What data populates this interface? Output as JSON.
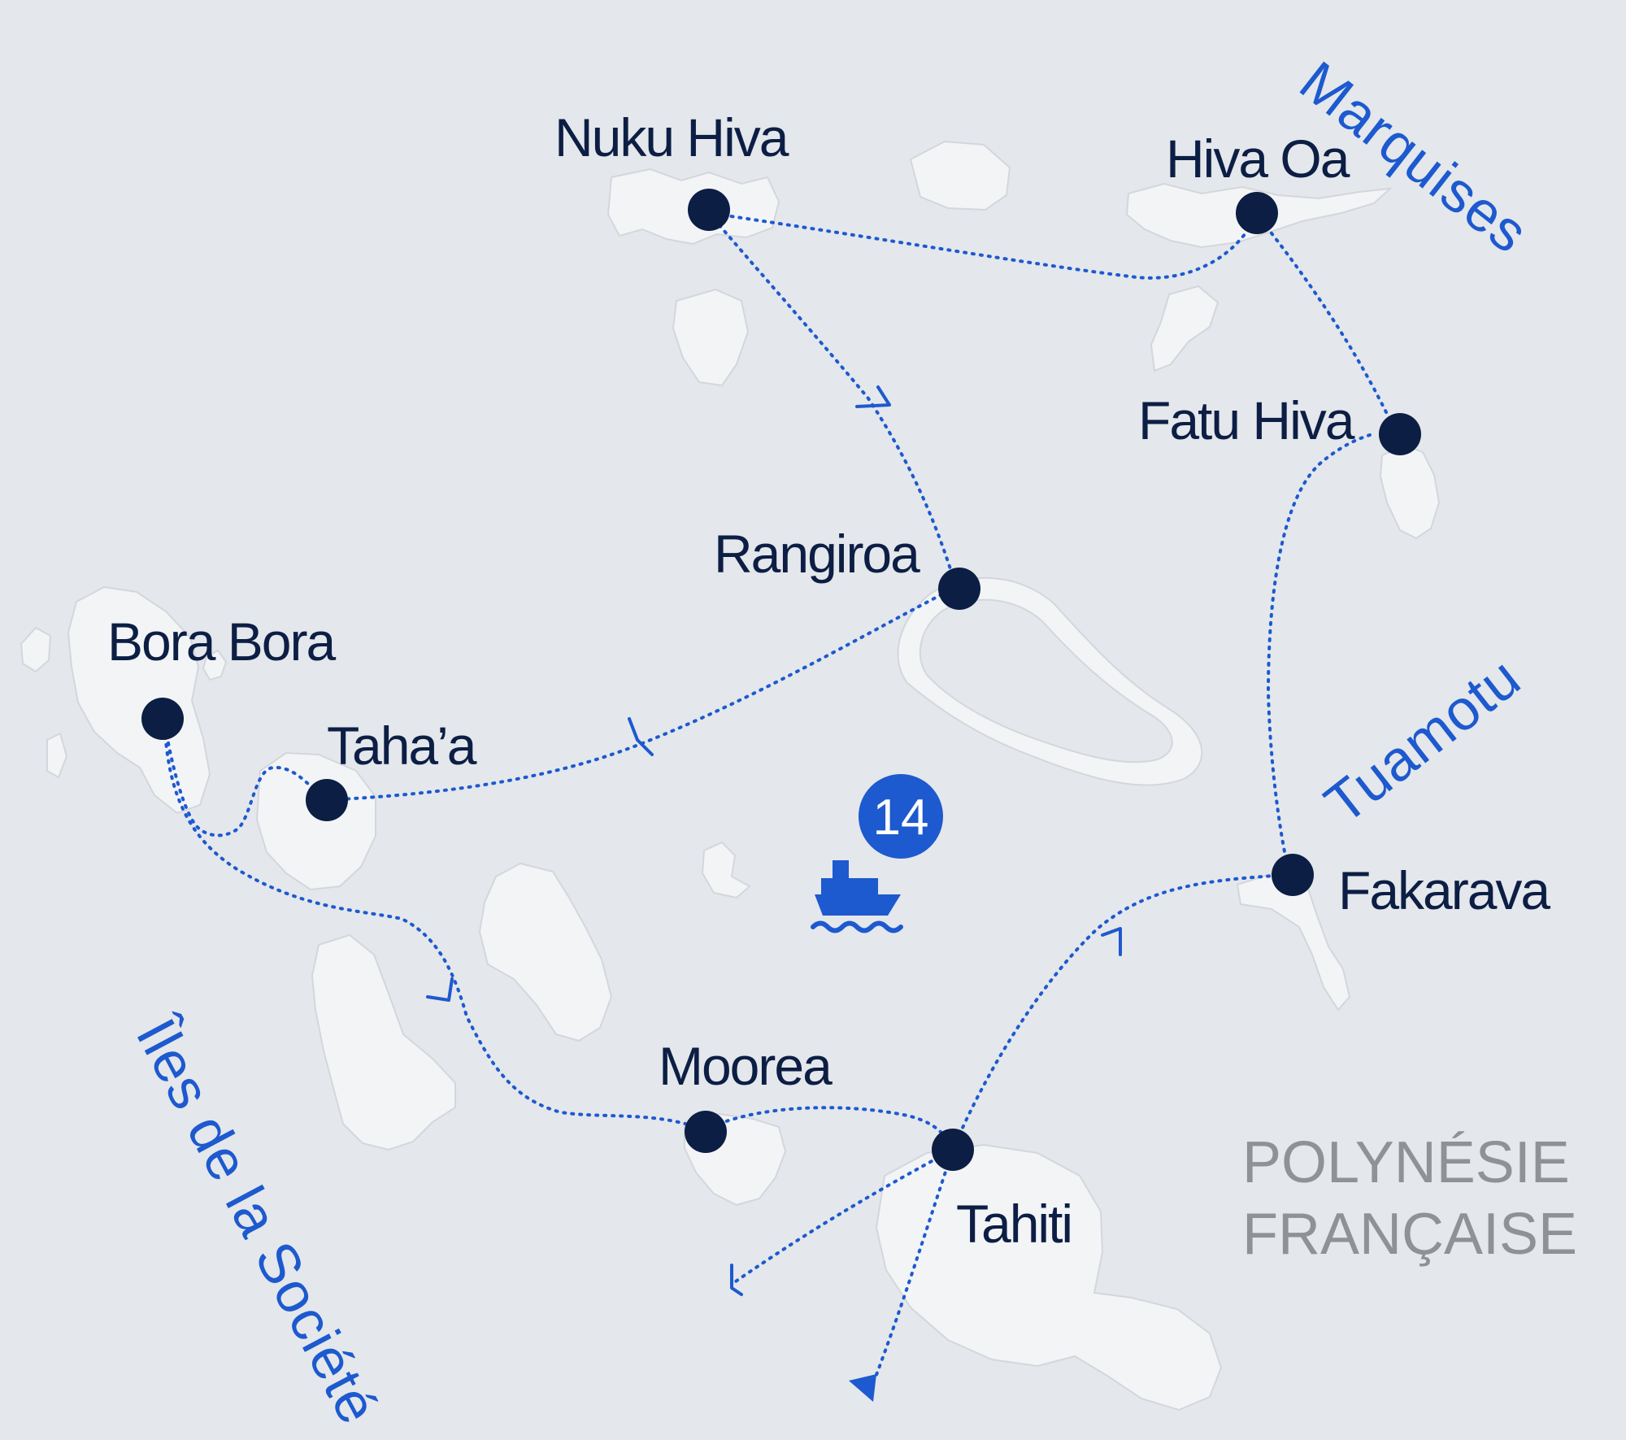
{
  "map": {
    "colors": {
      "background": "#e4e7eb",
      "land": "#f3f4f6",
      "route": "#1d59cf",
      "stop": "#0c1e44",
      "region_label": "#1d59cf",
      "country_label": "#8e9196"
    },
    "stops": [
      {
        "id": "nuku-hiva",
        "label": "Nuku Hiva"
      },
      {
        "id": "hiva-oa",
        "label": "Hiva Oa"
      },
      {
        "id": "fatu-hiva",
        "label": "Fatu Hiva"
      },
      {
        "id": "rangiroa",
        "label": "Rangiroa"
      },
      {
        "id": "bora-bora",
        "label": "Bora Bora"
      },
      {
        "id": "tahaa",
        "label": "Taha’a"
      },
      {
        "id": "fakarava",
        "label": "Fakarava"
      },
      {
        "id": "moorea",
        "label": "Moorea"
      },
      {
        "id": "tahiti",
        "label": "Tahiti"
      }
    ],
    "regions": {
      "marquises": "Marquises",
      "tuamotu": "Tuamotu",
      "societe": "Îles de la Société"
    },
    "country": {
      "line1": "POLYNÉSIE",
      "line2": "FRANÇAISE"
    },
    "badge": {
      "value": "14",
      "icon": "cruise-ship-icon"
    }
  }
}
